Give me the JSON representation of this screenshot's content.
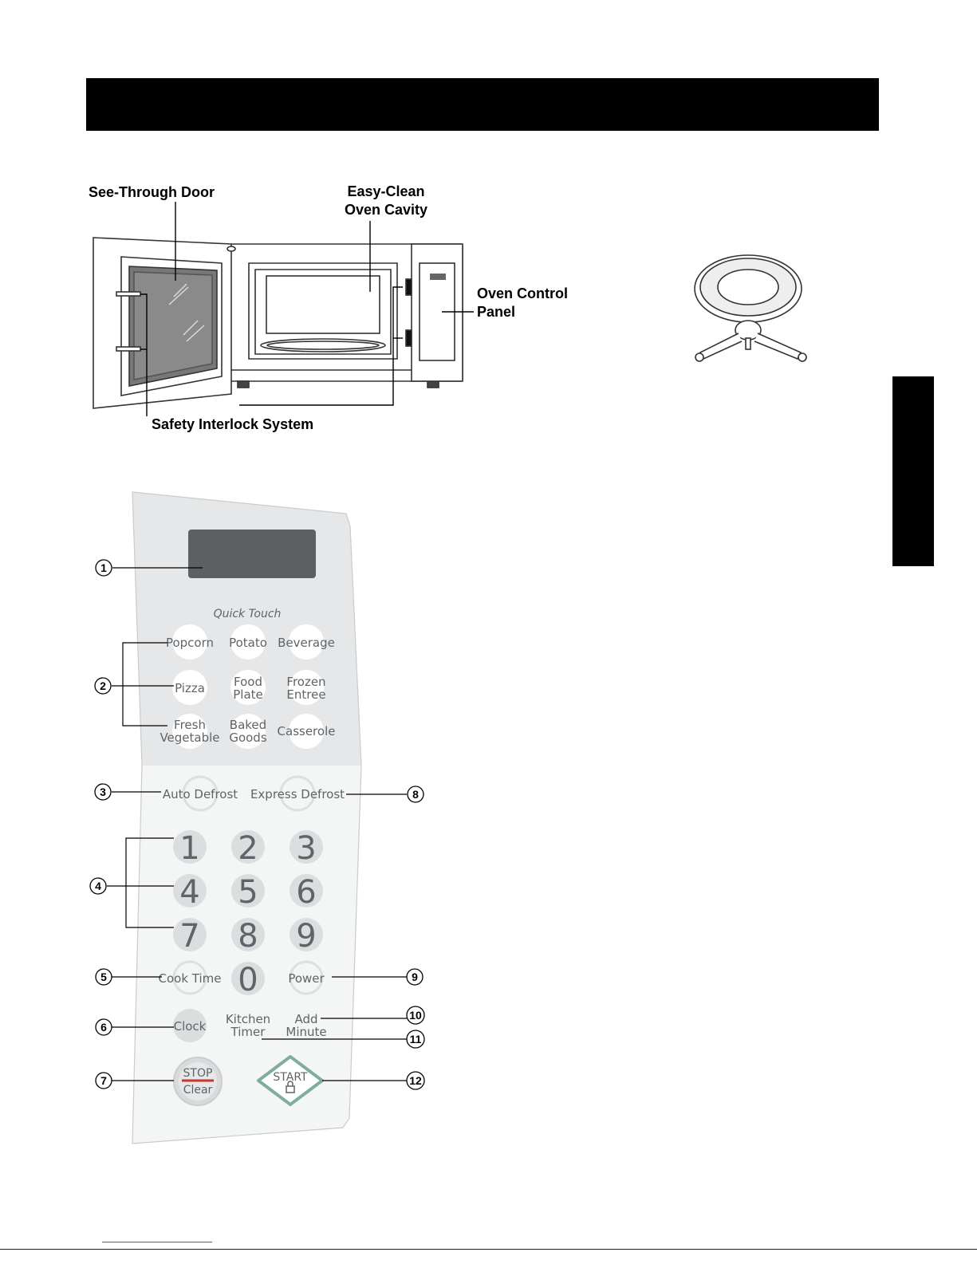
{
  "oven_diagram": {
    "labels": {
      "door": "See-Through Door",
      "cavity_line1": "Easy-Clean",
      "cavity_line2": "Oven Cavity",
      "panel_line1": "Oven Control",
      "panel_line2": "Panel",
      "interlock": "Safety Interlock System"
    }
  },
  "control_panel": {
    "quick_touch_heading": "Quick Touch",
    "quick_touch_buttons": [
      {
        "lines": [
          "Popcorn"
        ]
      },
      {
        "lines": [
          "Potato"
        ]
      },
      {
        "lines": [
          "Beverage"
        ]
      },
      {
        "lines": [
          "Pizza"
        ]
      },
      {
        "lines": [
          "Food",
          "Plate"
        ]
      },
      {
        "lines": [
          "Frozen",
          "Entree"
        ]
      },
      {
        "lines": [
          "Fresh",
          "Vegetable"
        ]
      },
      {
        "lines": [
          "Baked",
          "Goods"
        ]
      },
      {
        "lines": [
          "Casserole"
        ]
      }
    ],
    "defrost_buttons": [
      "Auto Defrost",
      "Express Defrost"
    ],
    "number_keys": [
      "1",
      "2",
      "3",
      "4",
      "5",
      "6",
      "7",
      "8",
      "9",
      "0"
    ],
    "cook_time": "Cook Time",
    "power": "Power",
    "clock": "Clock",
    "kitchen_timer": [
      "Kitchen",
      "Timer"
    ],
    "add_minute": [
      "Add",
      "Minute"
    ],
    "stop_clear": [
      "STOP",
      "Clear"
    ],
    "start": "START"
  },
  "callouts": [
    "1",
    "2",
    "3",
    "4",
    "5",
    "6",
    "7",
    "8",
    "9",
    "10",
    "11",
    "12"
  ],
  "colors": {
    "panel_top": "#e7e8e9",
    "panel_bottom": "#f4f5f5",
    "display": "#5d6063",
    "button_text": "#5f6468",
    "stop_line": "#c8372d",
    "start_outline": "#7fae9d"
  },
  "icons": [
    "lock-icon"
  ]
}
